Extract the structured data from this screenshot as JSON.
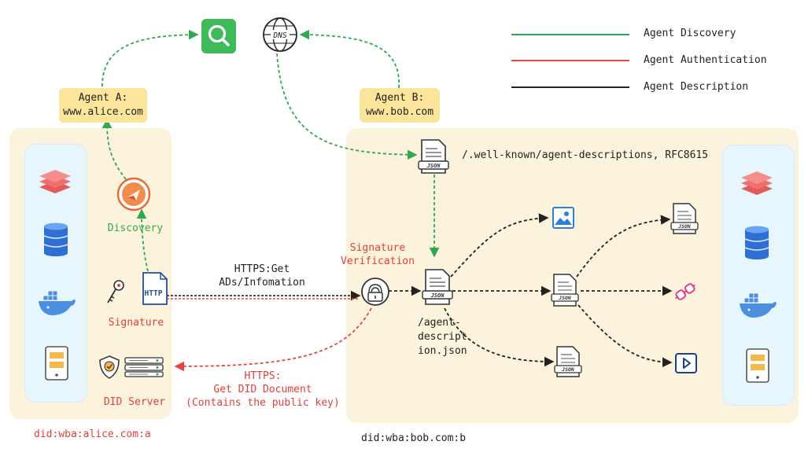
{
  "legend": [
    {
      "label": "Agent Discovery",
      "color": "#2fa84f"
    },
    {
      "label": "Agent Authentication",
      "color": "#e64545"
    },
    {
      "label": "Agent Description",
      "color": "#222222"
    }
  ],
  "agent_a": {
    "line1": "Agent A:",
    "line2": "www.alice.com"
  },
  "agent_b": {
    "line1": "Agent B:",
    "line2": "www.bob.com"
  },
  "alice": {
    "discovery_label": "Discovery",
    "signature_label": "Signature",
    "did_server_label": "DID Server",
    "did": "did:wba:alice.com:a",
    "http_label": "HTTP"
  },
  "bob": {
    "well_known_label": "/.well-known/agent-descriptions, RFC8615",
    "signature_verification": {
      "line1": "Signature",
      "line2": "Verification"
    },
    "agent_description_file": {
      "line1": "/agent-",
      "line2": "descript",
      "line3": "ion.json"
    },
    "did": "did:wba:bob.com:b"
  },
  "https_get": {
    "line1": "HTTPS:Get",
    "line2": "ADs/Infomation"
  },
  "https_did": {
    "line1": "HTTPS:",
    "line2": "Get DID Document",
    "line3": "(Contains the public key)"
  },
  "icons": {
    "dns_label": "DNS",
    "json_label": "JSON",
    "search": "search-icon",
    "dns": "dns-globe-icon",
    "layers": "layers-icon",
    "database": "database-icon",
    "docker": "docker-icon",
    "device": "device-icon",
    "key": "key-icon",
    "shield": "shield-icon",
    "server": "server-icon",
    "lock": "fingerprint-lock-icon",
    "image": "image-icon",
    "plug": "plug-icon",
    "play": "play-icon"
  }
}
